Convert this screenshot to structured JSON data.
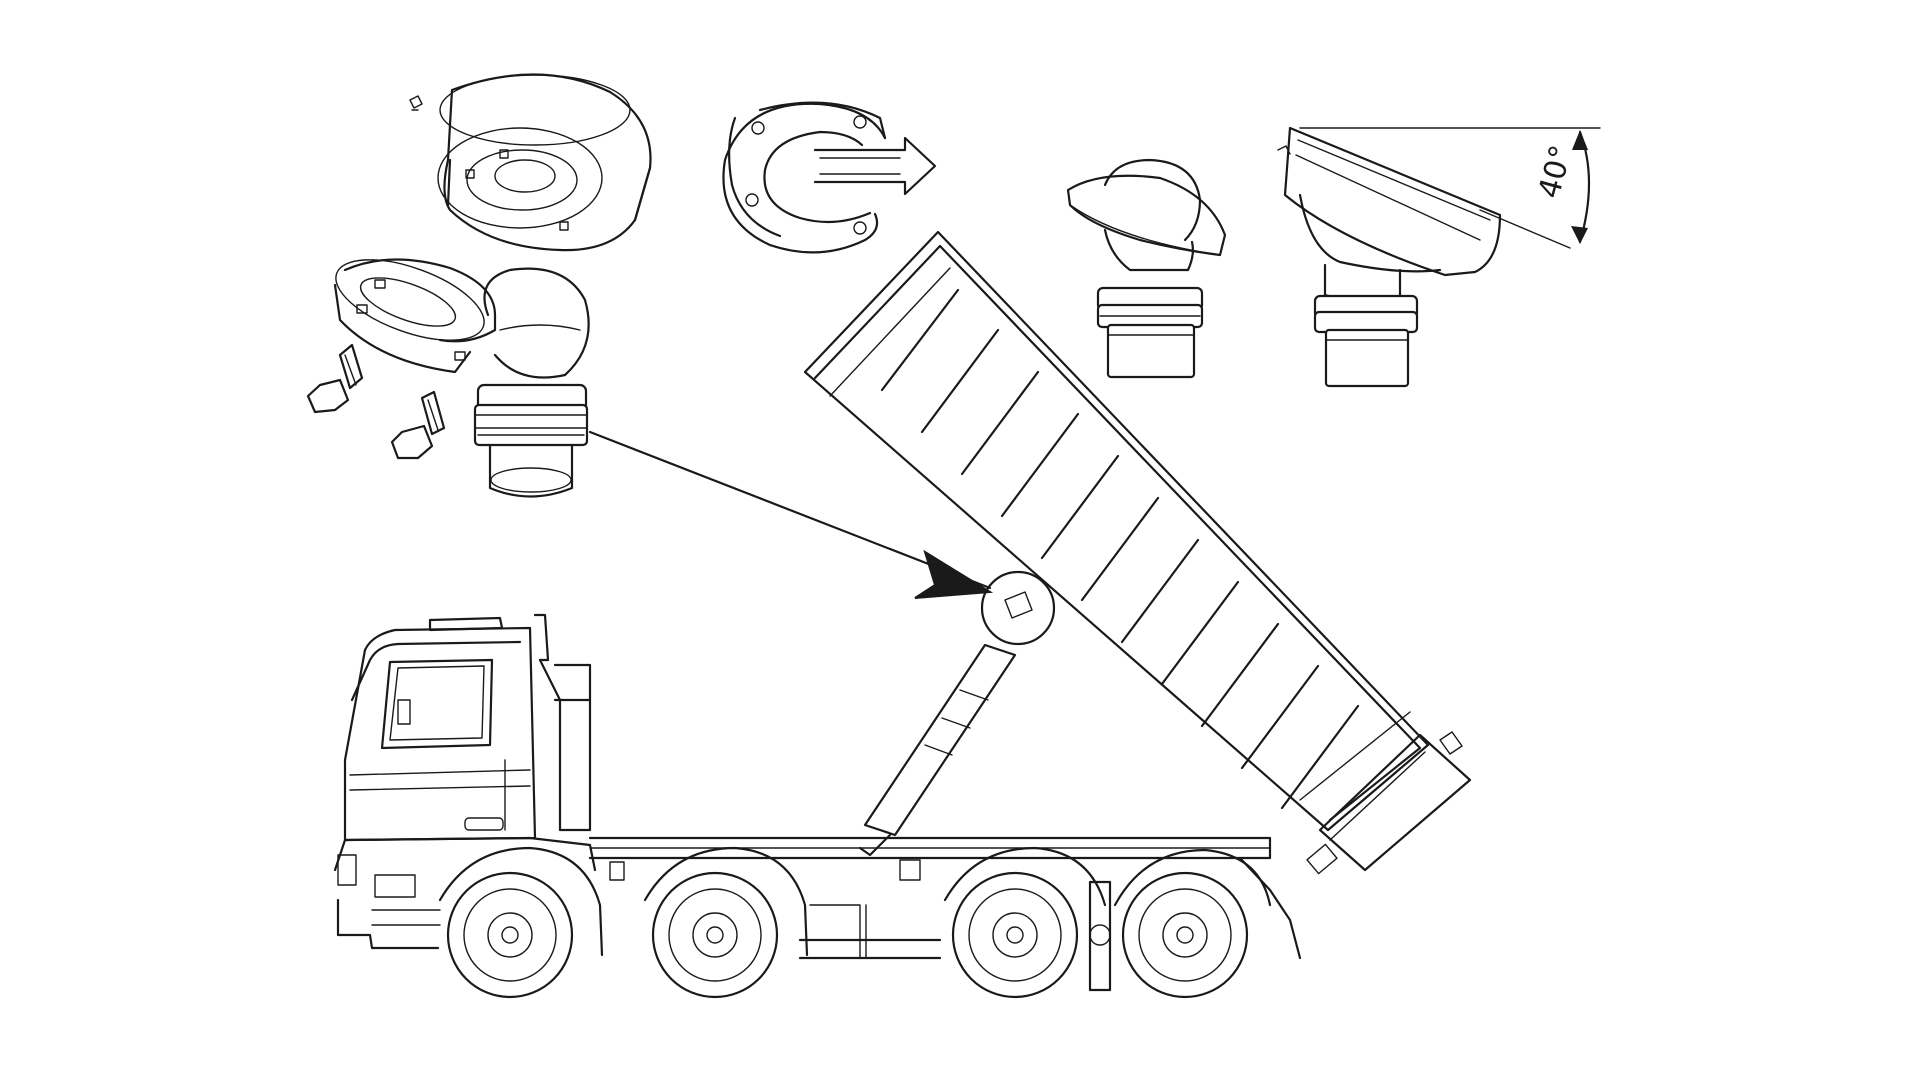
{
  "diagram": {
    "angle_annotation": "40°"
  },
  "colors": {
    "line": "#1a1a1a",
    "background": "#ffffff"
  },
  "icons": [
    "flange-ring",
    "ball-joint",
    "mounting-bolt",
    "rotate-arrow",
    "pivot-housing",
    "dump-truck"
  ]
}
